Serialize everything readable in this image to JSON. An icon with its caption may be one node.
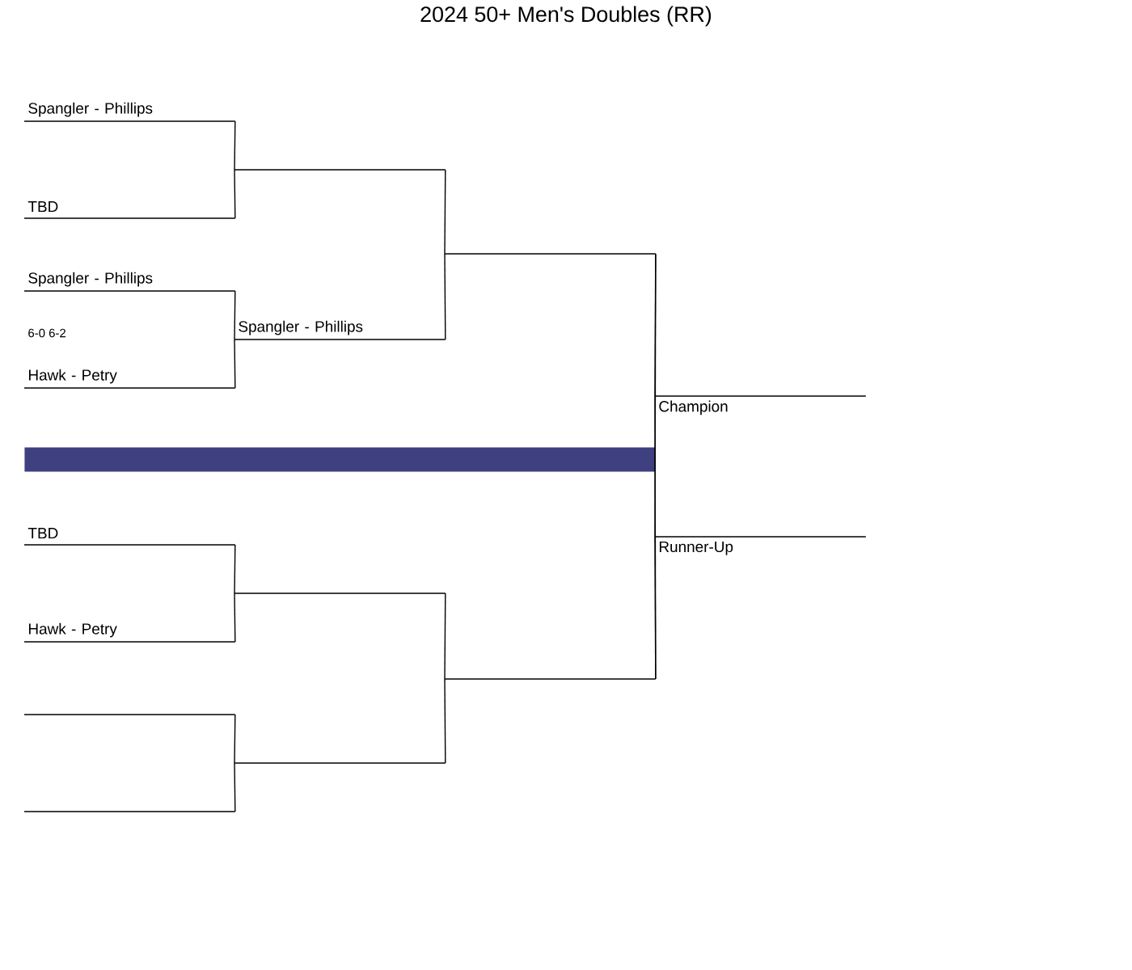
{
  "diagram": {
    "title": "2024 50+ Men's Doubles (RR)",
    "nodes": [
      {
        "text": [
          "Spangler - Phillips"
        ]
      },
      {
        "text": [
          "TBD"
        ]
      },
      {
        "text": [
          "Spangler - Phillips"
        ]
      },
      {
        "text": [
          "Hawk - Petry"
        ]
      },
      {
        "text": [
          "TBD"
        ]
      },
      {
        "text": [
          "Hawk - Petry"
        ]
      },
      {
        "text": [],
        "shape": "line"
      },
      {
        "text": [],
        "shape": "line"
      },
      {
        "text": [],
        "shape": "line"
      },
      {
        "text": [
          "Spangler - Phillips"
        ]
      },
      {
        "text": [],
        "shape": "line"
      },
      {
        "text": [],
        "shape": "line"
      },
      {
        "text": [],
        "shape": "line"
      },
      {
        "text": [],
        "shape": "line"
      },
      {
        "text": [
          "Champion"
        ]
      },
      {
        "text": [
          "Runner-Up"
        ]
      },
      {
        "text": [],
        "shape": "bar"
      }
    ],
    "edges": [
      {
        "from": 0,
        "to": 8,
        "arrow": "none"
      },
      {
        "from": 1,
        "to": 8,
        "arrow": "none"
      },
      {
        "from": 2,
        "to": 9,
        "arrow": "none"
      },
      {
        "from": 3,
        "to": 9,
        "arrow": "none"
      },
      {
        "from": 4,
        "to": 10,
        "arrow": "none"
      },
      {
        "from": 5,
        "to": 10,
        "arrow": "none"
      },
      {
        "from": 6,
        "to": 11,
        "arrow": "none"
      },
      {
        "from": 7,
        "to": 11,
        "arrow": "none"
      },
      {
        "from": 8,
        "to": 12,
        "arrow": "none"
      },
      {
        "from": 9,
        "to": 12,
        "arrow": "none"
      },
      {
        "from": 10,
        "to": 13,
        "arrow": "none"
      },
      {
        "from": 11,
        "to": 13,
        "arrow": "none"
      },
      {
        "from": 12,
        "to": 14,
        "arrow": "none"
      },
      {
        "from": 13,
        "to": 14,
        "arrow": "none"
      },
      {
        "from": 12,
        "to": 15,
        "arrow": "none"
      },
      {
        "from": 13,
        "to": 15,
        "arrow": "none"
      }
    ],
    "labels": [
      "6-0 6-2"
    ]
  }
}
